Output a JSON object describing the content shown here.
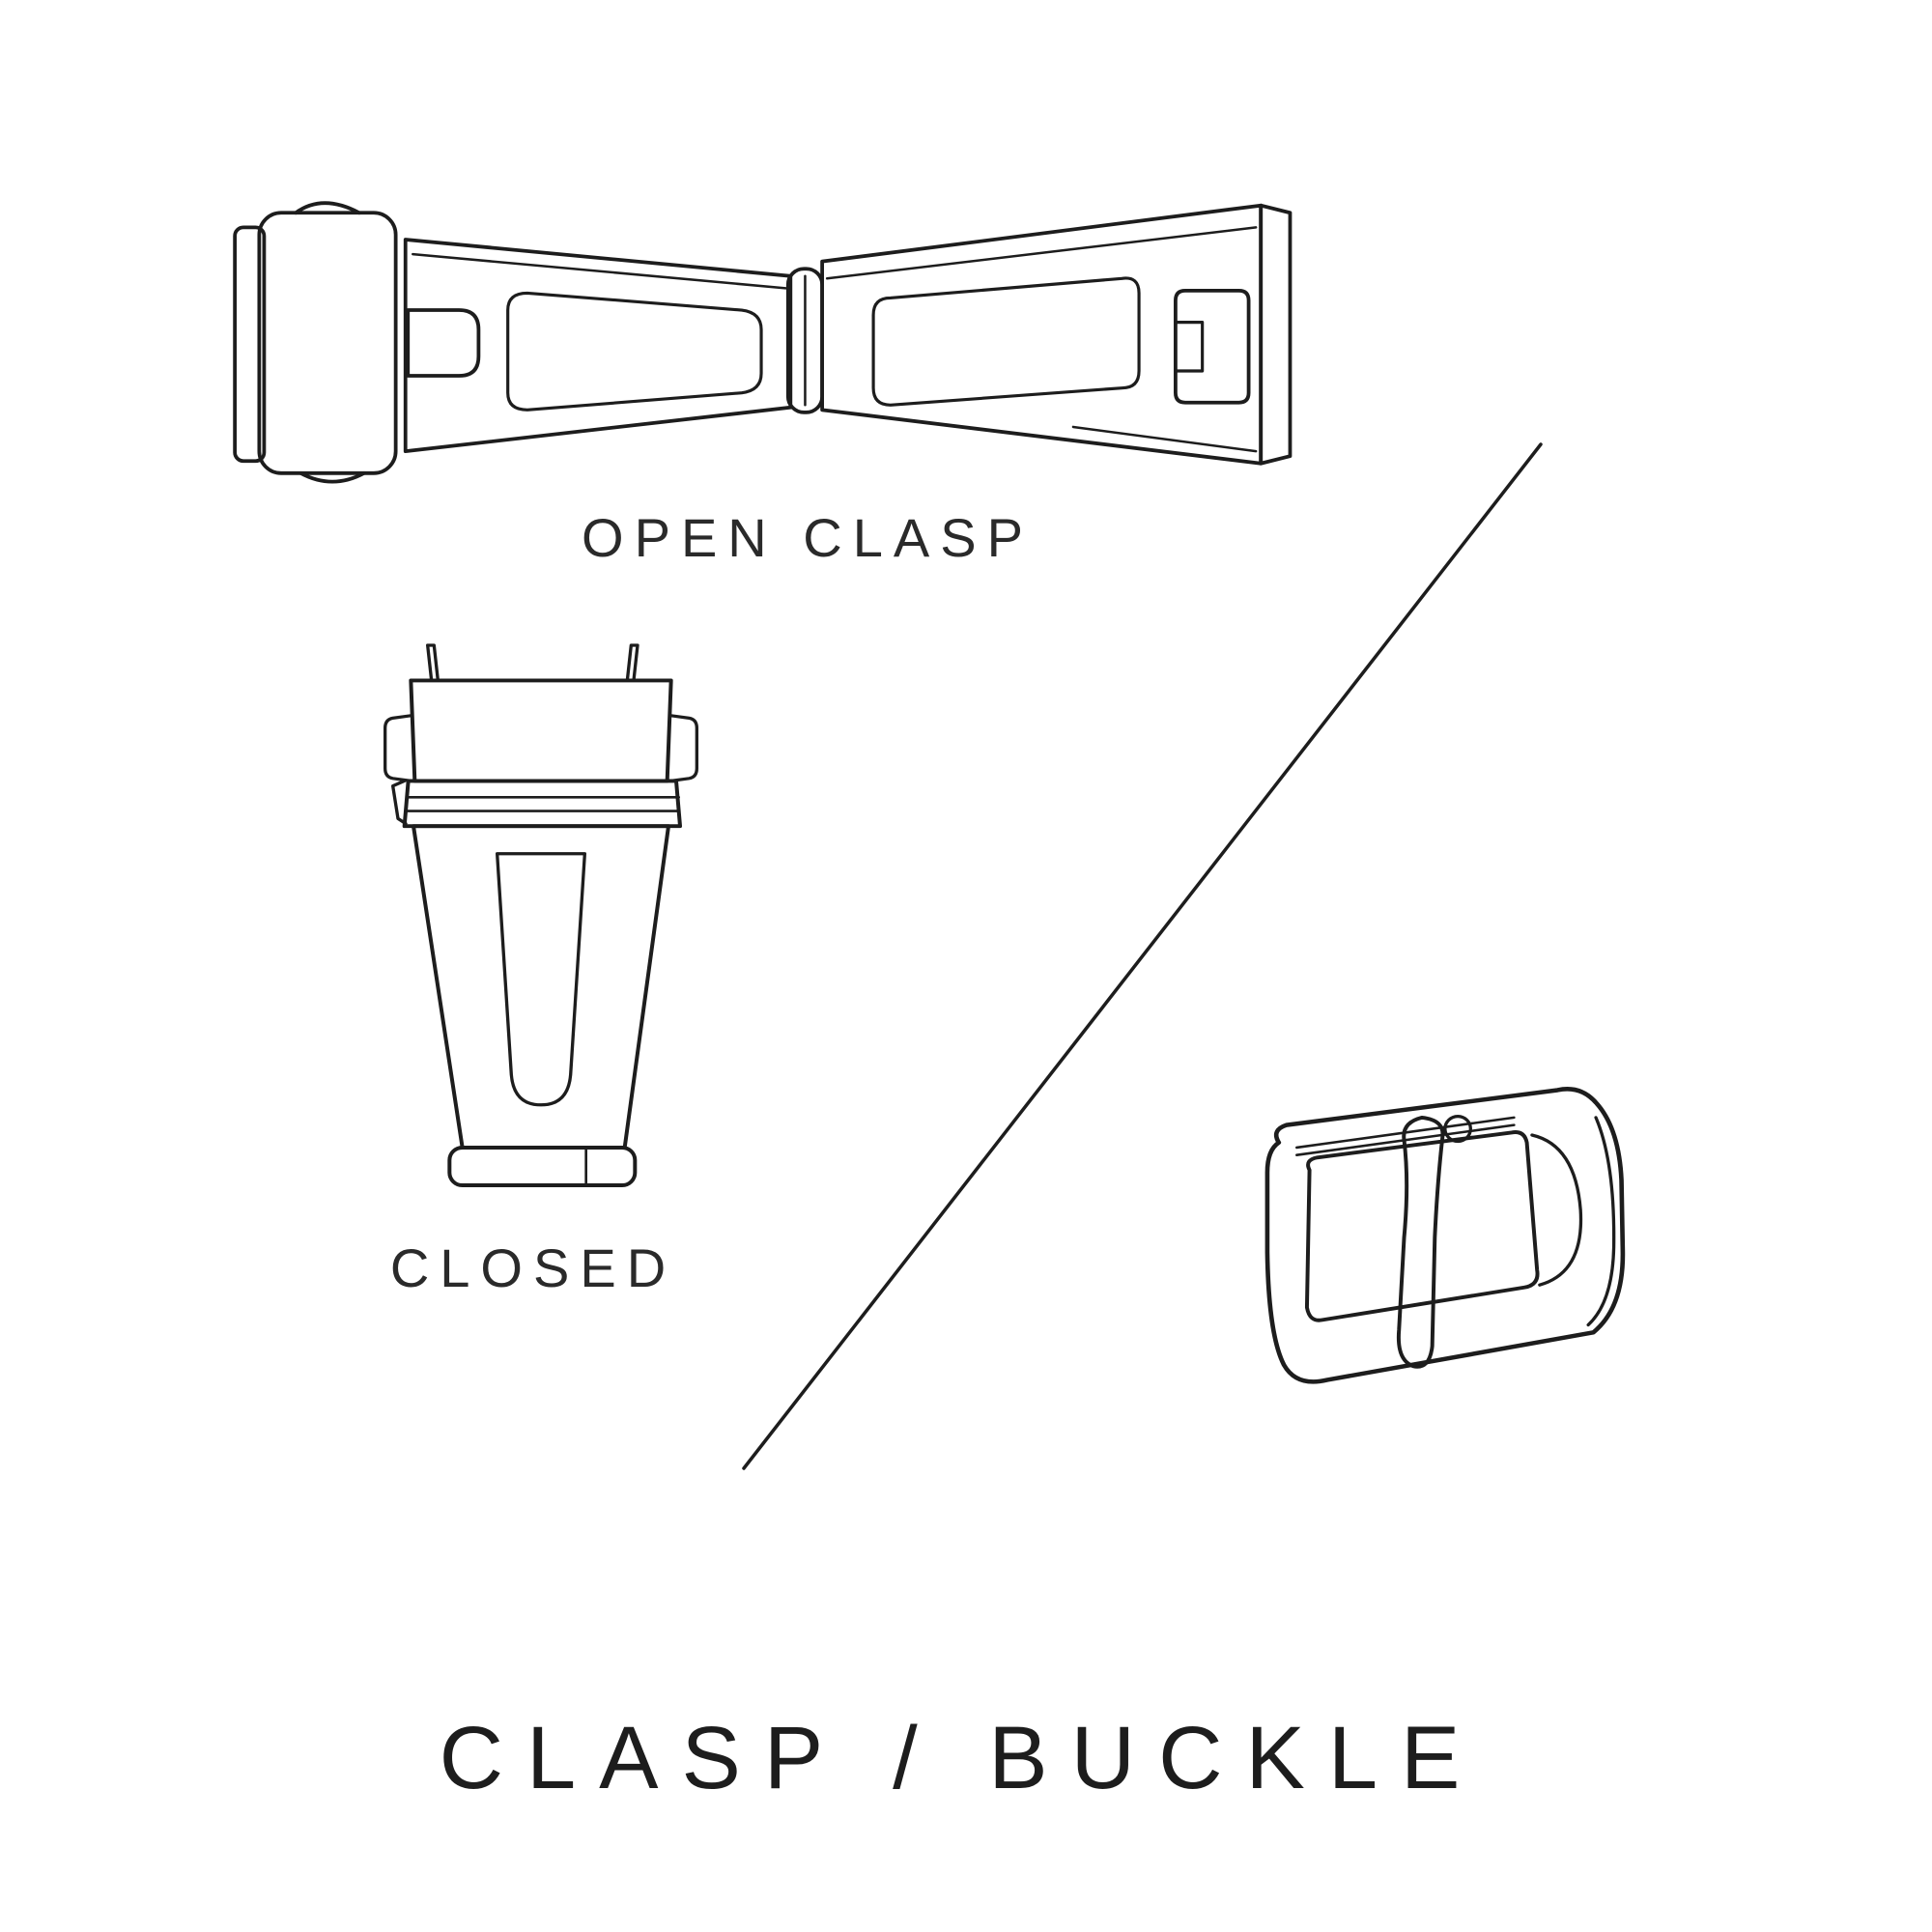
{
  "page": {
    "background_color": "#ffffff",
    "line_color": "#1d1d1d"
  },
  "labels": {
    "open_clasp": "OPEN CLASP",
    "closed": "CLOSED"
  },
  "title": "CLASP / BUCKLE",
  "figures": [
    {
      "name": "open-clasp-illustration",
      "caption": "OPEN CLASP"
    },
    {
      "name": "closed-clasp-illustration",
      "caption": "CLOSED"
    },
    {
      "name": "tang-buckle-illustration",
      "caption": ""
    }
  ],
  "divider": {
    "name": "diagonal-divider-line"
  }
}
